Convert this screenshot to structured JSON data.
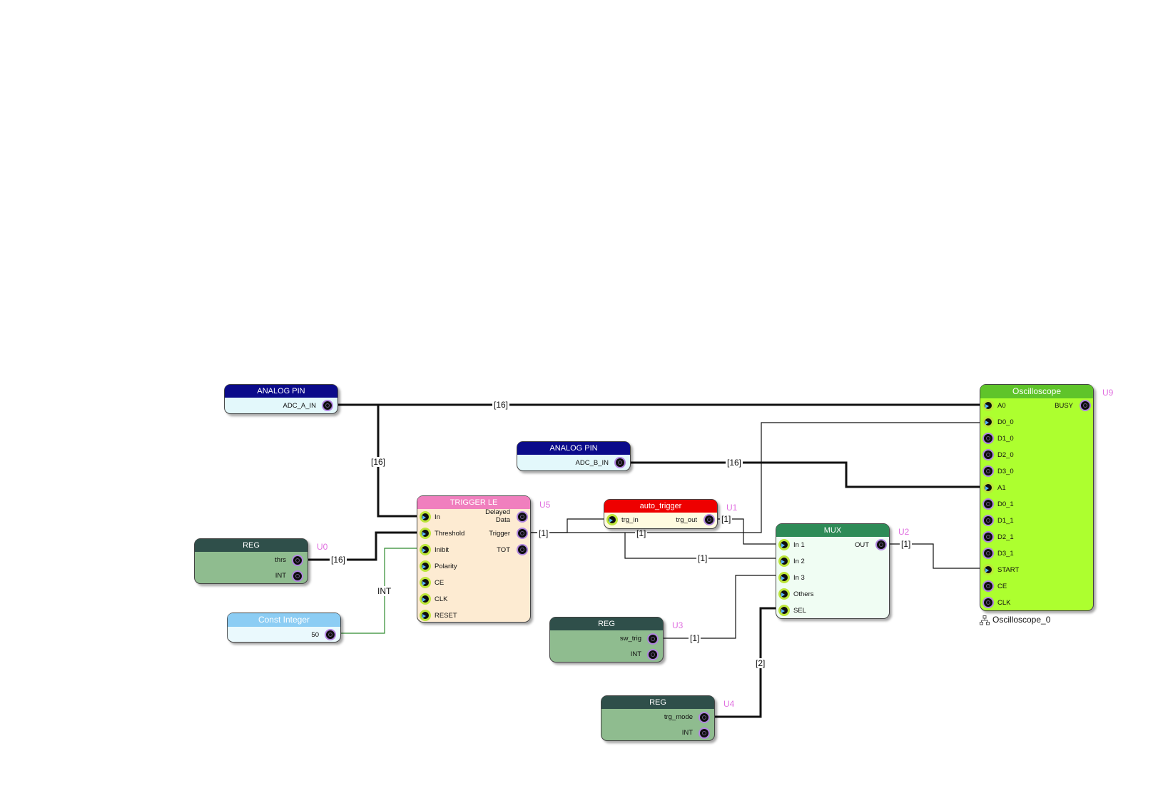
{
  "colors": {
    "analog_head": "#0b0b8a",
    "analog_body": "#e3f8fb",
    "reg_head": "#2f4f4a",
    "reg_body": "#8fbc8f",
    "const_head": "#8ccdf4",
    "const_body": "#eaf9fd",
    "trigger_head": "#f07fbe",
    "trigger_body": "#fdebd2",
    "auto_head": "#ee0000",
    "auto_body": "#fffbe0",
    "mux_head": "#2e8b57",
    "mux_body": "#f0fdf3",
    "scope_head": "#5fc42a",
    "scope_body": "#adff2f",
    "unit_label": "#e070e0"
  },
  "blocks": {
    "analog_a": {
      "title": "ANALOG PIN",
      "ports": {
        "out": "ADC_A_IN"
      }
    },
    "analog_b": {
      "title": "ANALOG PIN",
      "ports": {
        "out": "ADC_B_IN"
      }
    },
    "reg_u0": {
      "title": "REG",
      "unit": "U0",
      "ports": {
        "out1": "thrs",
        "out2": "INT"
      }
    },
    "const_int": {
      "title": "Const Integer",
      "ports": {
        "out": "50"
      }
    },
    "trigger": {
      "title": "TRIGGER LE",
      "unit": "U5",
      "inputs": [
        "In",
        "Threshold",
        "Inibit",
        "Polarity",
        "CE",
        "CLK",
        "RESET"
      ],
      "outputs": [
        "Delayed\nData",
        "Trigger",
        "TOT"
      ]
    },
    "auto_trigger": {
      "title": "auto_trigger",
      "unit": "U1",
      "ports": {
        "in": "trg_in",
        "out": "trg_out"
      }
    },
    "mux": {
      "title": "MUX",
      "unit": "U2",
      "inputs": [
        "In 1",
        "In 2",
        "In 3",
        "Others",
        "SEL"
      ],
      "output": "OUT"
    },
    "reg_u3": {
      "title": "REG",
      "unit": "U3",
      "ports": {
        "out1": "sw_trig",
        "out2": "INT"
      }
    },
    "reg_u4": {
      "title": "REG",
      "unit": "U4",
      "ports": {
        "out1": "trg_mode",
        "out2": "INT"
      }
    },
    "scope": {
      "title": "Oscilloscope",
      "unit": "U9",
      "instance": "Oscilloscope_0",
      "inputs": [
        "A0",
        "D0_0",
        "D1_0",
        "D2_0",
        "D3_0",
        "A1",
        "D0_1",
        "D1_1",
        "D2_1",
        "D3_1",
        "START",
        "CE",
        "CLK"
      ],
      "output": "BUSY"
    }
  },
  "wire_labels": {
    "adc_a_bus": "[16]",
    "adc_a_branch": "[16]",
    "adc_b_bus": "[16]",
    "thrs_bus": "[16]",
    "int_wire": "INT",
    "trigger_out": "[1]",
    "trg_out": "[1]",
    "trigger_cross": "[1]",
    "in2_wire": "[1]",
    "mux_out": "[1]",
    "sw_trig": "[1]",
    "sel_bus": "[2]"
  }
}
